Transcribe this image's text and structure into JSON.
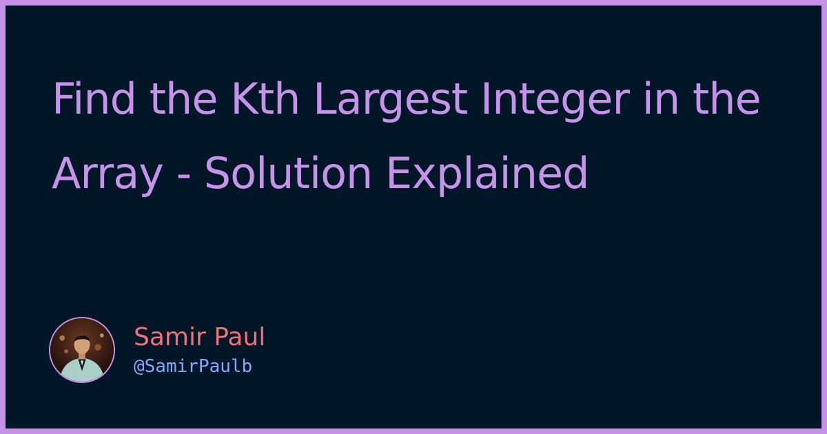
{
  "post": {
    "title": "Find the Kth Largest Integer in the Array - Solution Explained"
  },
  "author": {
    "name": "Samir Paul",
    "handle": "@SamirPaulb",
    "avatar_alt": "Samir Paul"
  },
  "colors": {
    "background": "#011627",
    "border": "#c792ea",
    "title": "#c792ea",
    "author_name": "#f07178",
    "author_handle": "#82aaff"
  }
}
